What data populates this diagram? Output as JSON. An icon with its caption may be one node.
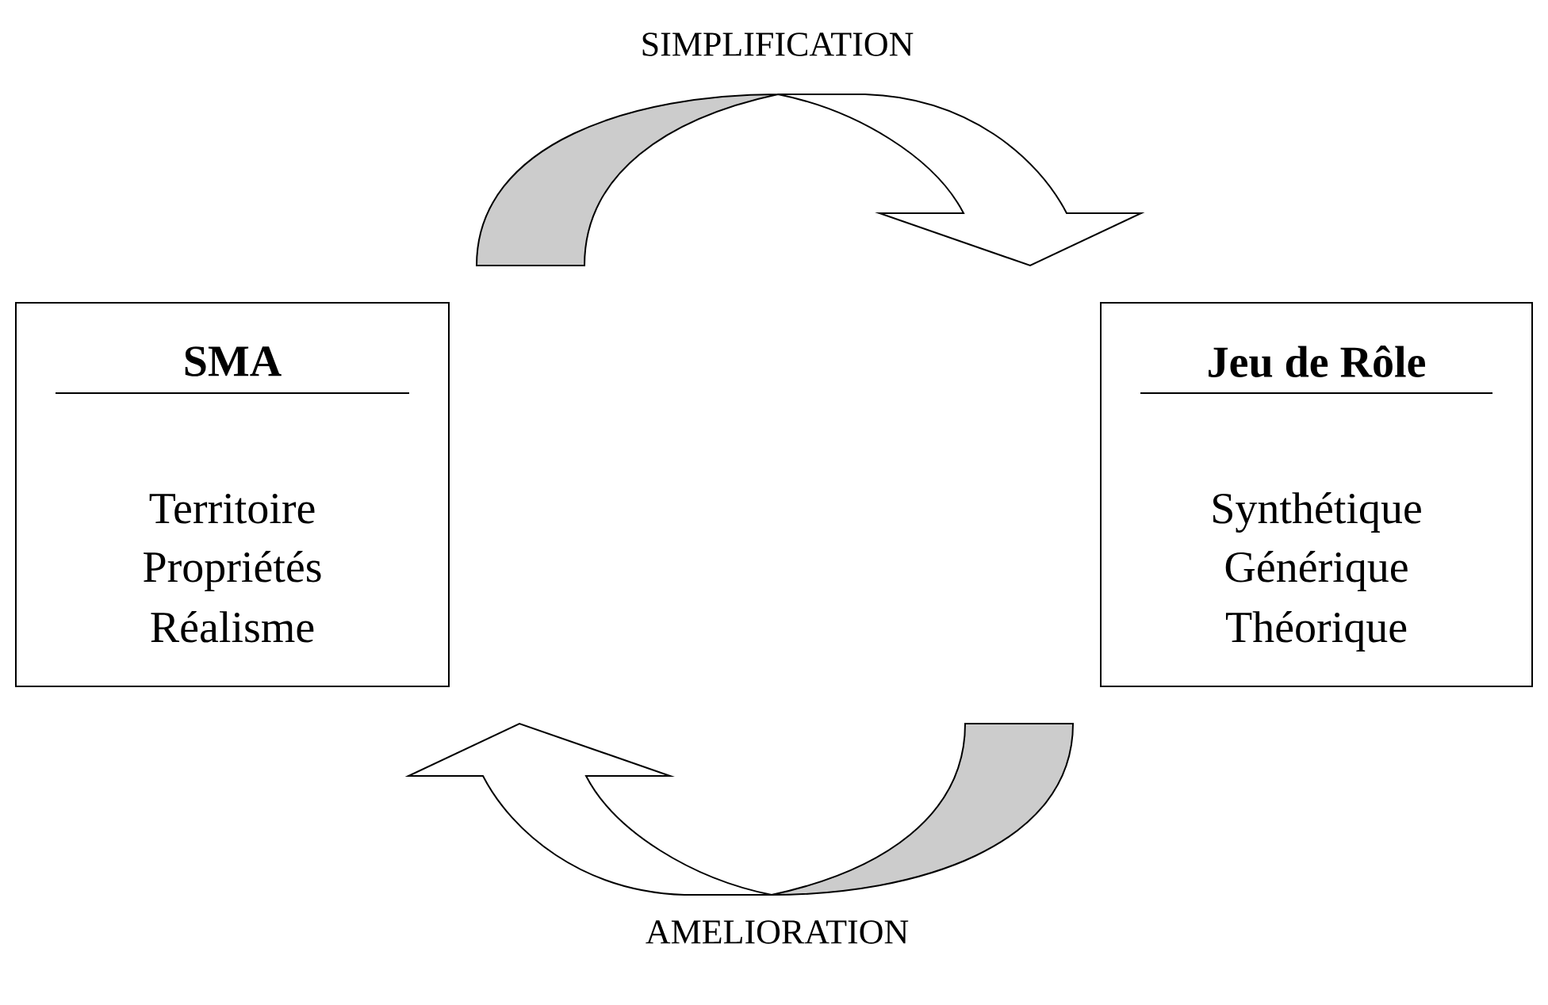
{
  "diagram": {
    "nodes": [
      {
        "text": [
          "SMA",
          "Territoire",
          "Propriétés",
          "Réalisme"
        ]
      },
      {
        "text": [
          "Jeu de Rôle",
          "Synthétique",
          "Générique",
          "Théorique"
        ]
      }
    ],
    "edges": [
      {
        "from": 0,
        "to": 1,
        "arrow": "to",
        "label": "SIMPLIFICATION"
      },
      {
        "from": 1,
        "to": 0,
        "arrow": "to",
        "label": "AMELIORATION"
      }
    ]
  }
}
